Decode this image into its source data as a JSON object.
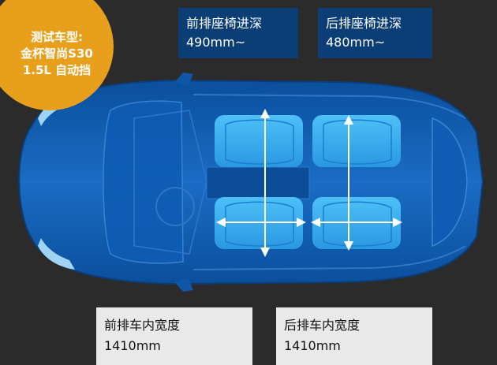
{
  "badge": {
    "line1": "测试车型:",
    "line2": "金杯智尚S30",
    "line3": "1.5L 自动挡"
  },
  "front_depth": {
    "label": "前排座椅进深",
    "value": "490mm~"
  },
  "rear_depth": {
    "label": "后排座椅进深",
    "value": "480mm~"
  },
  "front_width": {
    "label": "前排车内宽度",
    "value": "1410mm"
  },
  "rear_width": {
    "label": "后排车内宽度",
    "value": "1410mm"
  },
  "colors": {
    "background": "#2b2b2b",
    "badge": "#e8a01c",
    "car_body": "#1565b8",
    "seat": "#37aef0",
    "top_label": "#0c3e76",
    "bottom_label": "#e9e9e9"
  }
}
